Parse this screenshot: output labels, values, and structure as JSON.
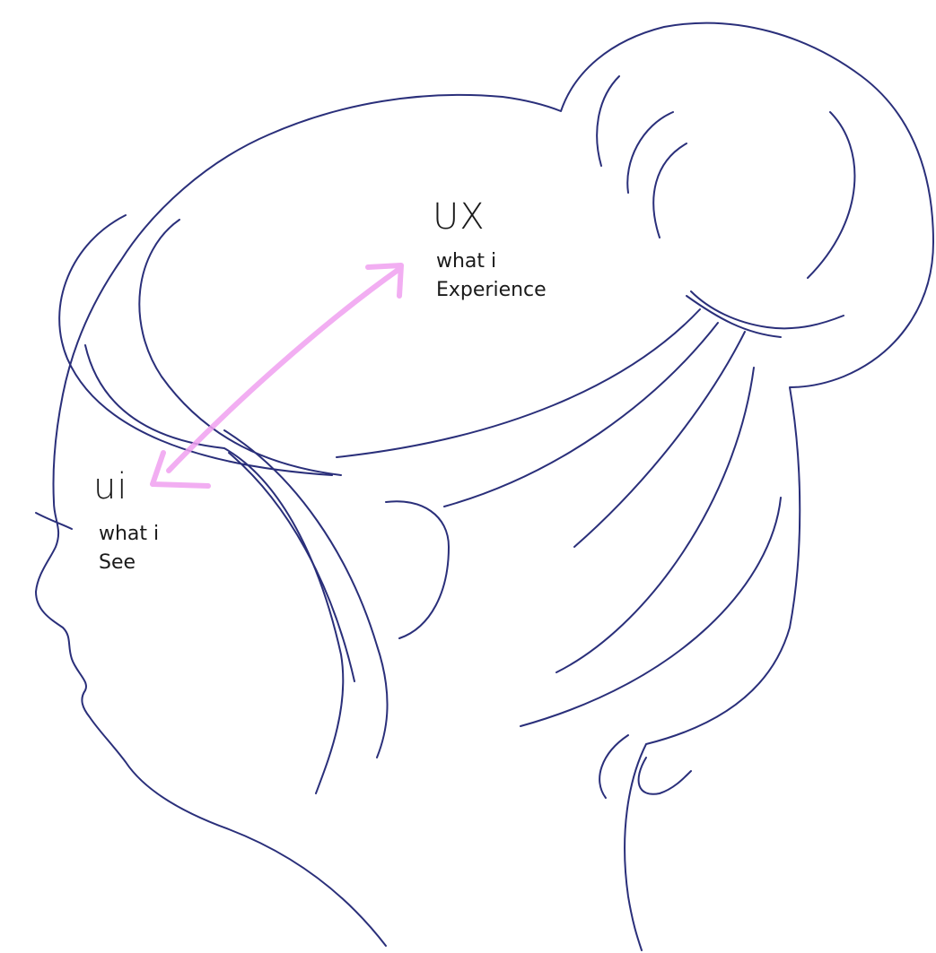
{
  "colors": {
    "outline": "#2a2f7a",
    "arrow": "#f0a0f0",
    "text": "#1a1a1a",
    "background": "#ffffff"
  },
  "labels": {
    "ux": {
      "title": "UX",
      "line1": "what i",
      "line2": "Experience"
    },
    "ui": {
      "title": "ui",
      "line1": "what i",
      "line2": "See"
    }
  },
  "icons": {
    "figure": "head-profile-silhouette-icon",
    "arrow": "double-headed-arrow-icon"
  }
}
